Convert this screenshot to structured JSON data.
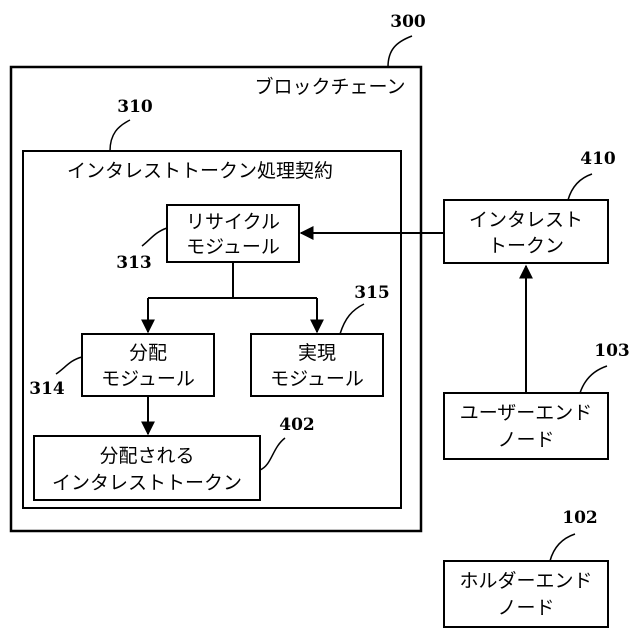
{
  "blockchain": {
    "label": "ブロックチェーン",
    "ref": "300"
  },
  "contract": {
    "label": "インタレストトークン処理契約",
    "ref": "310"
  },
  "recycle_module": {
    "line1": "リサイクル",
    "line2": "モジュール",
    "ref": "313"
  },
  "distribution_module": {
    "line1": "分配",
    "line2": "モジュール",
    "ref": "314"
  },
  "realization_module": {
    "line1": "実現",
    "line2": "モジュール",
    "ref": "315"
  },
  "distributed_token": {
    "line1": "分配される",
    "line2": "インタレストトークン",
    "ref": "402"
  },
  "interest_token": {
    "line1": "インタレスト",
    "line2": "トークン",
    "ref": "410"
  },
  "user_end_node": {
    "line1": "ユーザーエンド",
    "line2": "ノード",
    "ref": "103"
  },
  "holder_end_node": {
    "line1": "ホルダーエンド",
    "line2": "ノード",
    "ref": "102"
  }
}
